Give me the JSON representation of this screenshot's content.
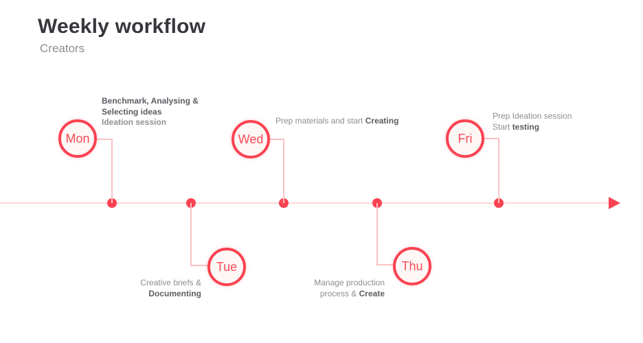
{
  "header": {
    "title": "Weekly workflow",
    "subtitle": "Creators"
  },
  "colors": {
    "accent": "#fa4251",
    "axis_line": "#fbd5d7",
    "connector_line": "#f9c2c5",
    "circle_fill": "#fdf7f5",
    "day_label_text": "#f94b57",
    "note_regular": "#8b8c92",
    "note_bold": "#5b5c62",
    "title_text": "#35373c"
  },
  "days": {
    "mon": {
      "label": "Mon",
      "note_line1": "Benchmark, Analysing &",
      "note_line2": "Selecting ideas",
      "note_line3": "Ideation session"
    },
    "tue": {
      "label": "Tue",
      "note_line1": "Creative briefs &",
      "note_line2_bold": "Documenting"
    },
    "wed": {
      "label": "Wed",
      "note_prefix": "Prep materials and start ",
      "note_bold": "Creating"
    },
    "thu": {
      "label": "Thu",
      "note_line1": "Manage production",
      "note_line2_prefix": "process & ",
      "note_line2_bold": "Create"
    },
    "fri": {
      "label": "Fri",
      "note_line1": "Prep Ideation session",
      "note_line2_prefix": "Start ",
      "note_line2_bold": "testing"
    }
  }
}
